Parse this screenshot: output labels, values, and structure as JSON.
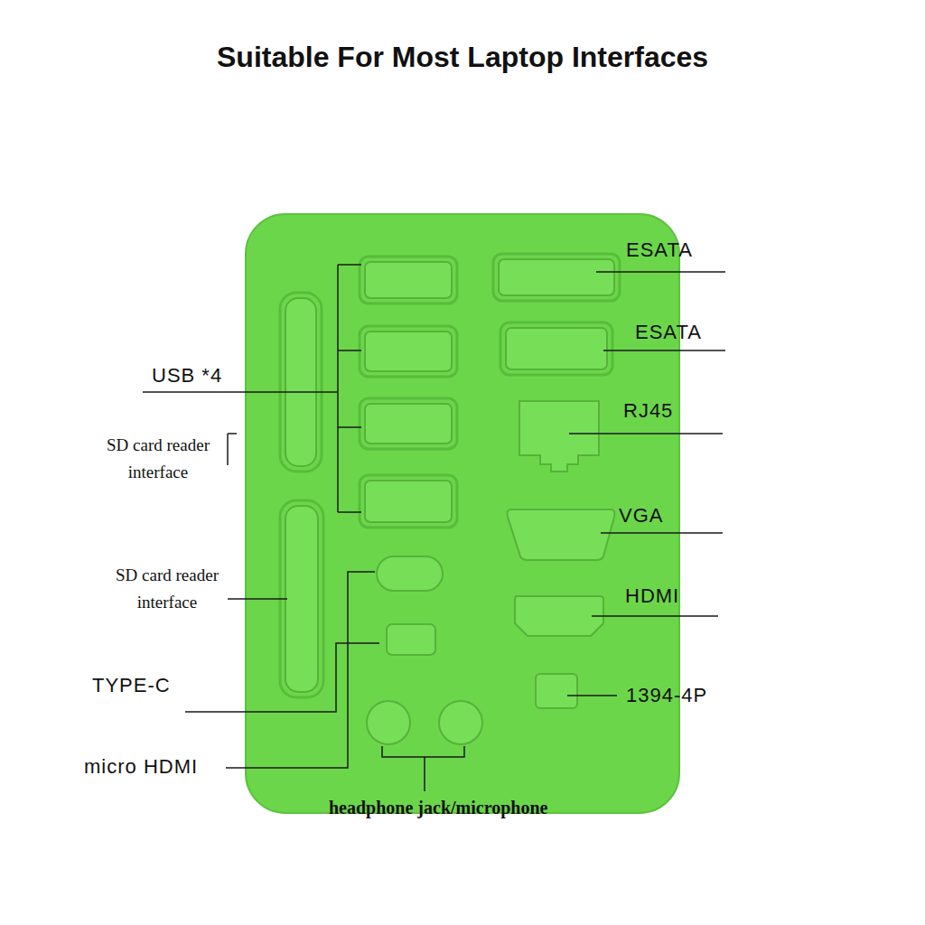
{
  "diagram": {
    "title": "Suitable For Most Laptop Interfaces",
    "labels": [
      "ESATA",
      "ESATA",
      "RJ45",
      "VGA",
      "HDMI",
      "1394-4P",
      "USB *4",
      "SD card reader interface",
      "SD card reader interface",
      "TYPE-C",
      "micro HDMI",
      "headphone jack/microphone"
    ]
  }
}
